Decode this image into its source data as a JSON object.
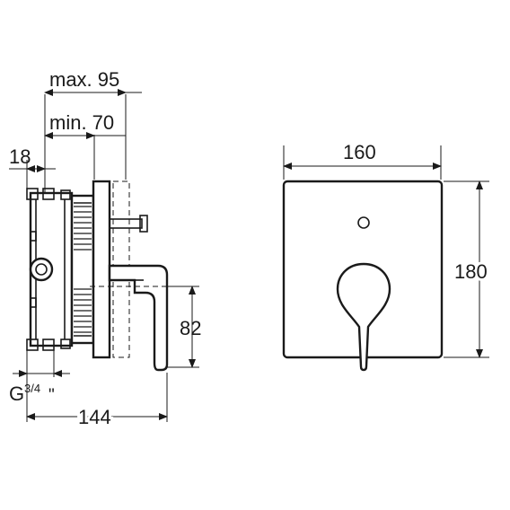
{
  "side_view": {
    "dim_max": "max. 95",
    "dim_min": "min. 70",
    "dim_18": "18",
    "dim_82": "82",
    "dim_thread_main": "G",
    "dim_thread_frac": "3/4",
    "dim_thread_inch": "\"",
    "dim_144": "144"
  },
  "front_view": {
    "dim_width": "160",
    "dim_height": "180"
  }
}
